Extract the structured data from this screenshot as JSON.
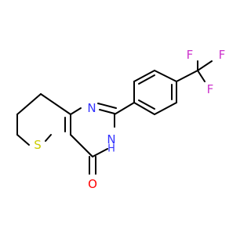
{
  "colors": {
    "bond": "#000000",
    "N": "#3333ff",
    "O": "#ff0000",
    "S": "#cccc00",
    "F": "#cc33cc"
  },
  "atoms": {
    "n1": "N",
    "n3": "N",
    "n3_h": "H",
    "o": "O",
    "s": "S",
    "f1": "F",
    "f2": "F",
    "f3": "F"
  }
}
